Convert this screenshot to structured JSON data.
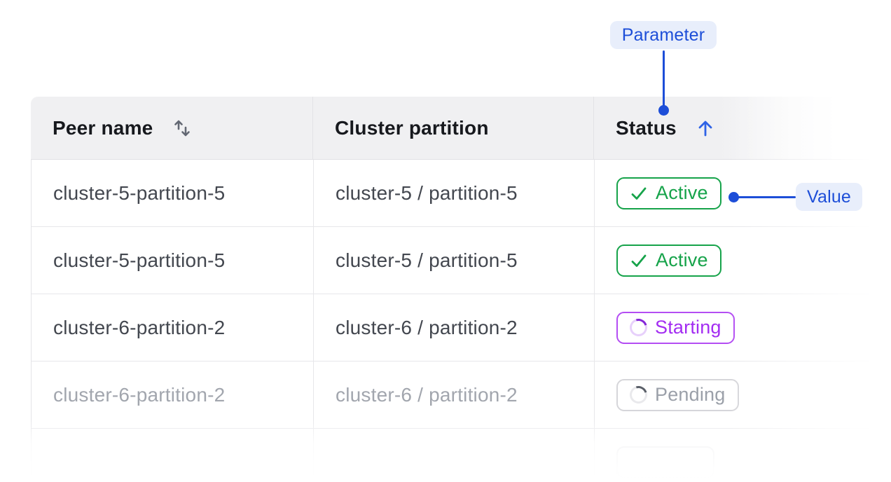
{
  "annotations": {
    "parameter_label": "Parameter",
    "value_label": "Value",
    "accent_color": "#1d4ed8",
    "pill_bg": "#e8eefb"
  },
  "table": {
    "columns": [
      {
        "label": "Peer name",
        "sort_icon": "sort-both",
        "sort_state": "sortable"
      },
      {
        "label": "Cluster partition",
        "sort_icon": "none",
        "sort_state": "none"
      },
      {
        "label": "Status",
        "sort_icon": "sort-asc",
        "sort_state": "ascending"
      }
    ],
    "rows": [
      {
        "peer_name": "cluster-5-partition-5",
        "cluster_partition": "cluster-5 / partition-5",
        "status": "Active",
        "status_kind": "active"
      },
      {
        "peer_name": "cluster-5-partition-5",
        "cluster_partition": "cluster-5 / partition-5",
        "status": "Active",
        "status_kind": "active"
      },
      {
        "peer_name": "cluster-6-partition-2",
        "cluster_partition": "cluster-6 / partition-2",
        "status": "Starting",
        "status_kind": "starting"
      },
      {
        "peer_name": "cluster-6-partition-2",
        "cluster_partition": "cluster-6 / partition-2",
        "status": "Pending",
        "status_kind": "pending"
      },
      {
        "peer_name": "",
        "cluster_partition": "",
        "status": "",
        "status_kind": "ghost"
      }
    ],
    "status_colors": {
      "active": "#16a34a",
      "starting": "#a32df2",
      "pending": "#9ba0a9"
    },
    "header_bg": "#f0f0f2"
  }
}
